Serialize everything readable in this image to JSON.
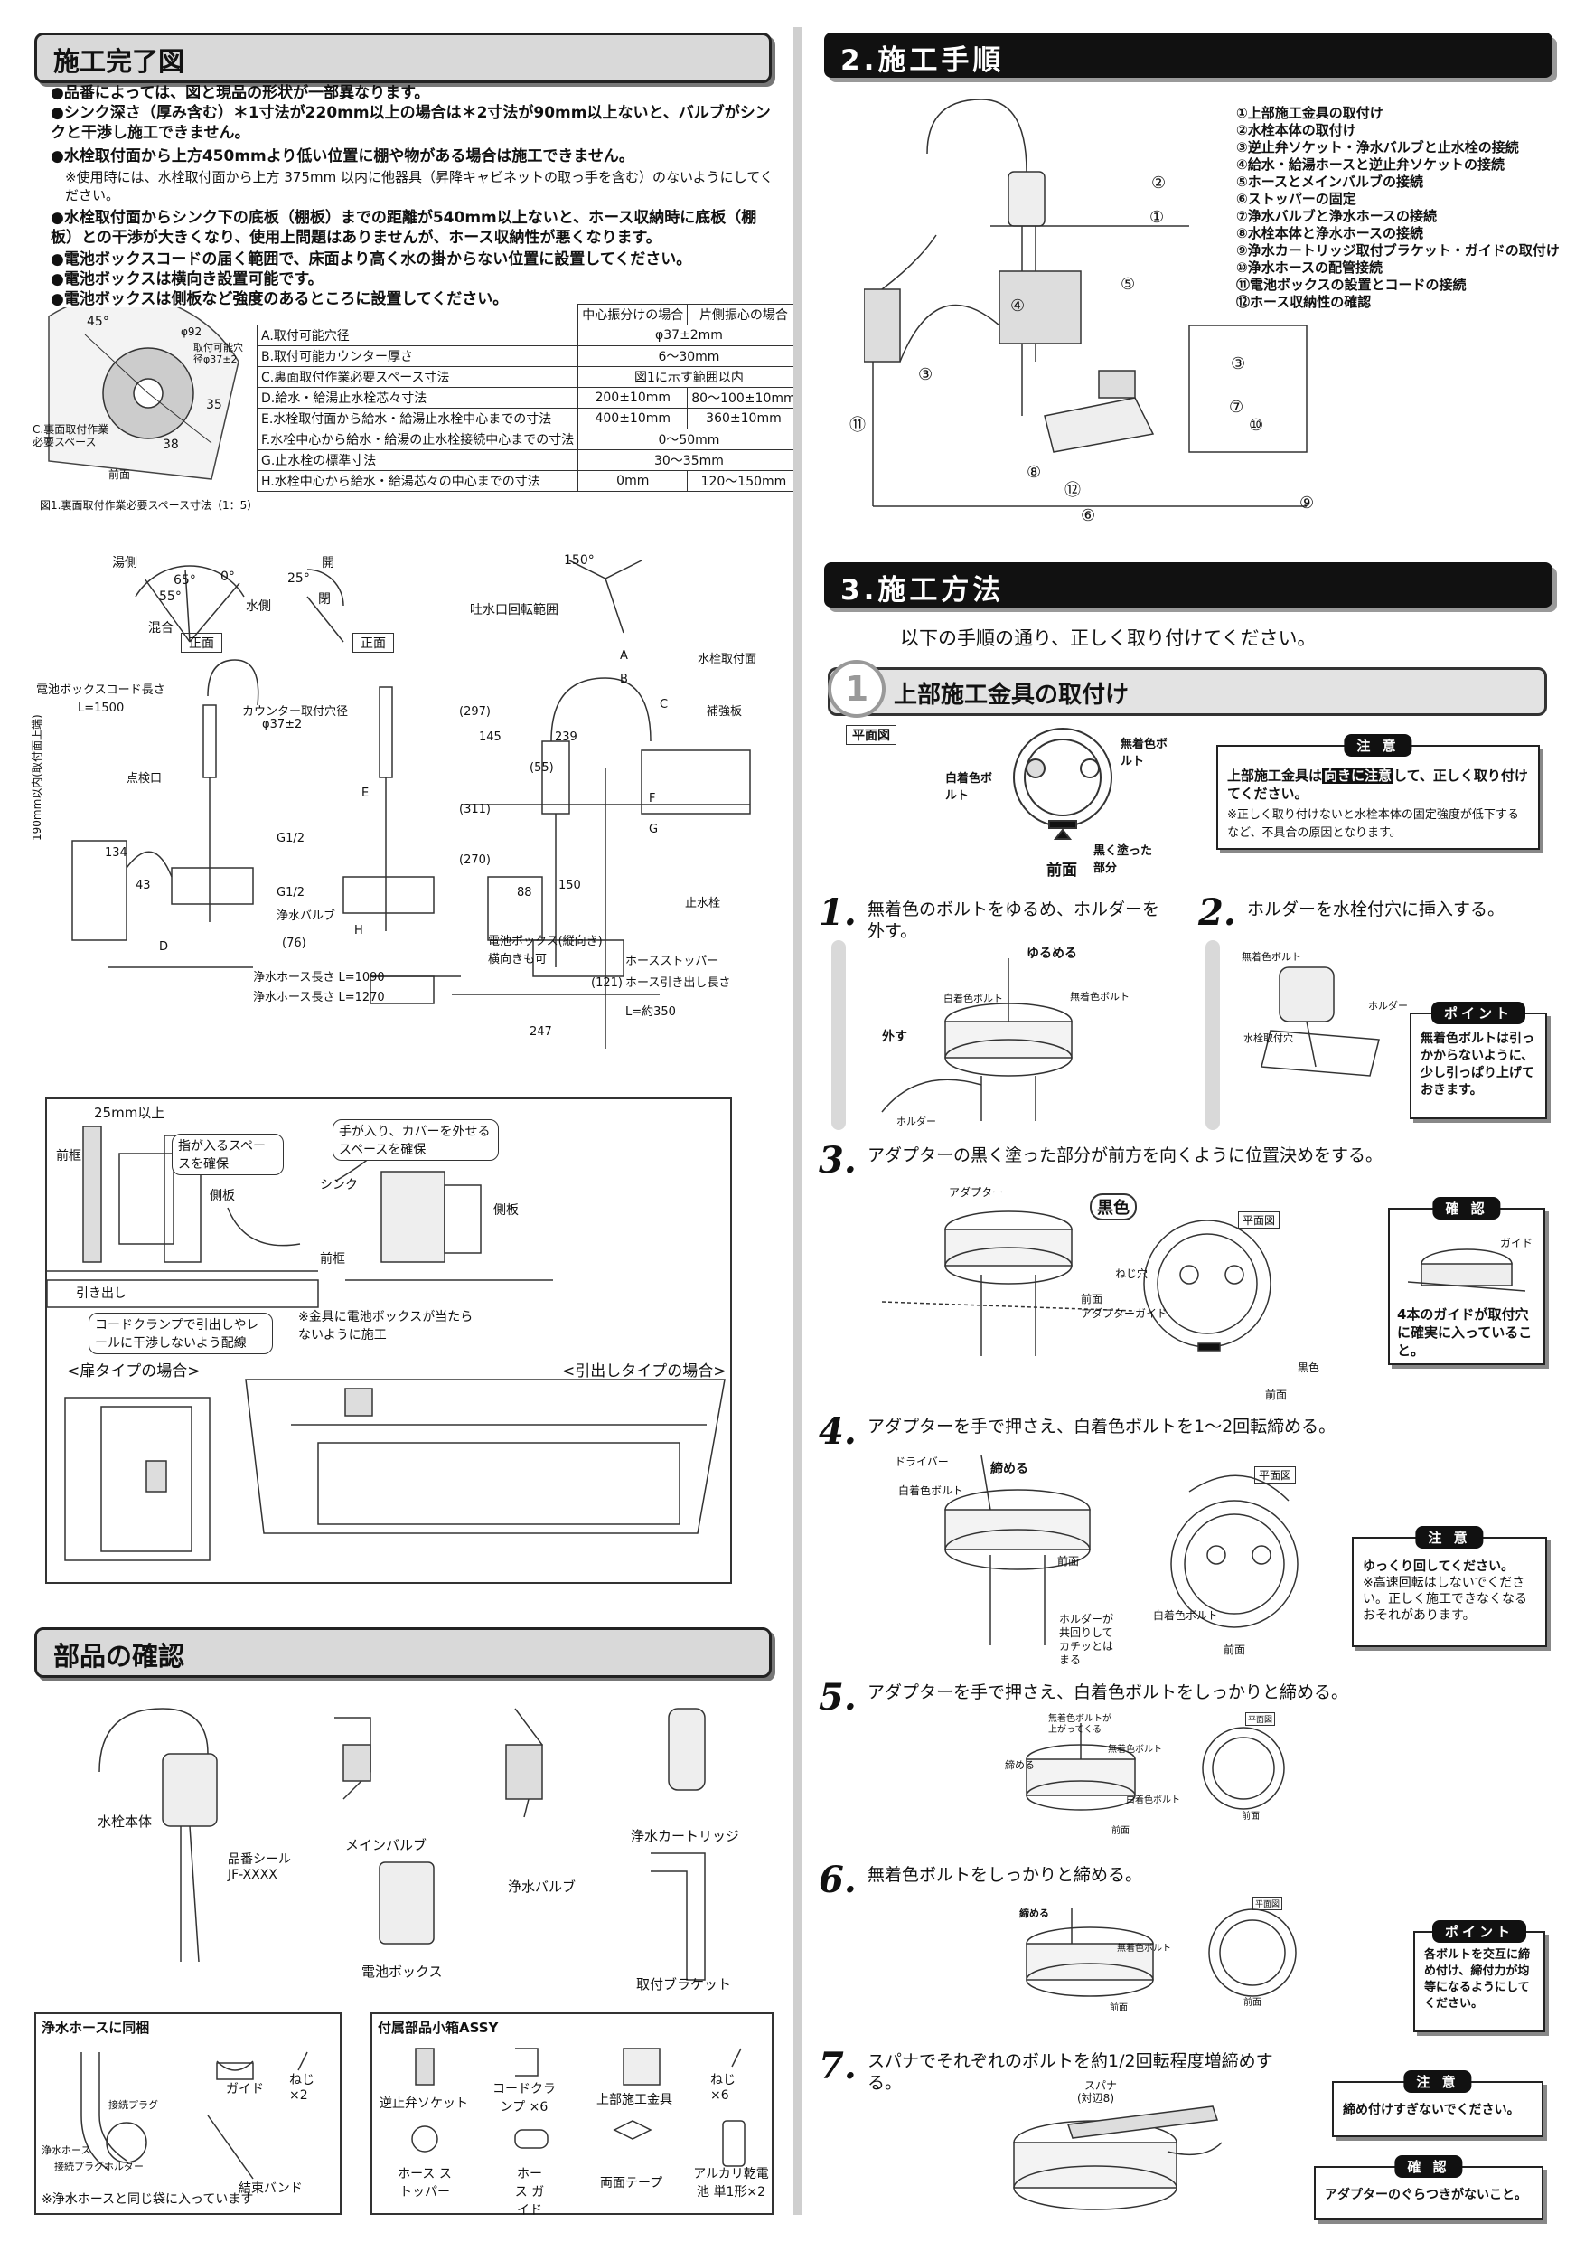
{
  "left": {
    "completion": {
      "title": "施工完了図",
      "bullets": [
        "●品番によっては、図と現品の形状が一部異なります。",
        "●シンク深さ（厚み含む）＊1寸法が220mm以上の場合は＊2寸法が90mm以上ないと、バルブがシンクと干渉し施工できません。",
        "●水栓取付面から上方450mmより低い位置に棚や物がある場合は施工できません。",
        "●水栓取付面からシンク下の底板（棚板）までの距離が540mm以上ないと、ホース収納時に底板（棚板）との干渉が大きくなり、使用上問題はありませんが、ホース収納性が悪くなります。",
        "●電池ボックスコードの届く範囲で、床面より高く水の掛からない位置に設置してください。",
        "●電池ボックスは横向き設置可能です。",
        "●電池ボックスは側板など強度のあるところに設置してください。"
      ],
      "note": "※使用時には、水栓取付面から上方 375mm 以内に他器具（昇降キャビネットの取っ手を含む）のないようにしてください。",
      "fig_caption": "図1.裏面取付作業必要スペース寸法（1：5）",
      "fig_labels": [
        "C.裏面取付作業必要スペース",
        "前面",
        "45°",
        "φ92",
        "取付可能穴径φ37±2",
        "35",
        "38"
      ],
      "table": {
        "headers": [
          "中心振分けの場合",
          "片側振心の場合"
        ],
        "rows": [
          {
            "label": "A.取付可能穴径",
            "v1": "φ37±2mm",
            "v2": ""
          },
          {
            "label": "B.取付可能カウンター厚さ",
            "v1": "6〜30mm",
            "v2": ""
          },
          {
            "label": "C.裏面取付作業必要スペース寸法",
            "v1": "図1に示す範囲以内",
            "v2": ""
          },
          {
            "label": "D.給水・給湯止水栓芯々寸法",
            "v1": "200±10mm",
            "v2": "80〜100±10mm"
          },
          {
            "label": "E.水栓取付面から給水・給湯止水栓中心までの寸法",
            "v1": "400±10mm",
            "v2": "360±10mm"
          },
          {
            "label": "F.水栓中心から給水・給湯の止水栓接続中心までの寸法",
            "v1": "0〜50mm",
            "v2": ""
          },
          {
            "label": "G.止水栓の標準寸法",
            "v1": "30〜35mm",
            "v2": ""
          },
          {
            "label": "H.水栓中心から給水・給湯芯々の中心までの寸法",
            "v1": "0mm",
            "v2": "120〜150mm"
          }
        ]
      },
      "dim_labels": [
        "湯側",
        "水側",
        "混合",
        "65°",
        "55°",
        "0°",
        "開",
        "閉",
        "25°",
        "吐水口回転範囲",
        "150°",
        "正面",
        "正面",
        "電池ボックスコード長さ",
        "L=1500",
        "点検口",
        "カウンター取付穴径",
        "φ37±2",
        "G1/2",
        "G1/2",
        "浄水バルブ",
        "134",
        "43",
        "D",
        "(76)",
        "H",
        "E",
        "190mm以内(取付面上端)",
        "浄水ホース長さ L=1090",
        "浄水ホース長さ L=1270",
        "(297)",
        "145",
        "(311)",
        "(270)",
        "239",
        "(55)",
        "88",
        "150",
        "247",
        "(121)",
        "ホース引き出し長さ",
        "L=約350",
        "ホースストッパー",
        "電池ボックス(縦向き)",
        "横向きも可",
        "止水栓",
        "水栓取付面",
        "A",
        "B",
        "C",
        "補強板",
        "F",
        "G"
      ]
    },
    "install_detail": {
      "labels": [
        "25mm以上",
        "指が入るスペースを確保",
        "手が入り、カバーを外せるスペースを確保",
        "シンク",
        "側板",
        "側板",
        "前框",
        "前框",
        "引き出し",
        "コードクランプで引出しやレールに干渉しないよう配線",
        "※金具に電池ボックスが当たらないように施工",
        "<扉タイプの場合>",
        "<引出しタイプの場合>"
      ]
    },
    "parts": {
      "title": "部品の確認",
      "items": [
        "水栓本体",
        "品番シール JF-XXXX",
        "メインバルブ",
        "浄水バルブ",
        "浄水カートリッジ",
        "電池ボックス",
        "取付ブラケット"
      ],
      "hose_box": {
        "title": "浄水ホースに同梱",
        "items": [
          "ガイド",
          "ねじ ×2",
          "結束バンド",
          "浄水ホース",
          "接続プラグ",
          "接続プラグホルダー"
        ],
        "note": "※浄水ホースと同じ袋に入っています"
      },
      "small_box": {
        "title": "付属部品小箱ASSY",
        "items": [
          "逆止弁ソケット",
          "コードクランプ ×6",
          "上部施工金具",
          "ねじ ×6",
          "ホース ストッパー",
          "ホース ガイド",
          "両面テープ",
          "アルカリ乾電池 単1形×2"
        ]
      }
    }
  },
  "right": {
    "procedure": {
      "title": "2.施工手順",
      "steps": [
        "①上部施工金具の取付け",
        "②水栓本体の取付け",
        "③逆止弁ソケット・浄水バルブと止水栓の接続",
        "④給水・給湯ホースと逆止弁ソケットの接続",
        "⑤ホースとメインバルブの接続",
        "⑥ストッパーの固定",
        "⑦浄水バルブと浄水ホースの接続",
        "⑧水栓本体と浄水ホースの接続",
        "⑨浄水カートリッジ取付ブラケット・ガイドの取付け",
        "⑩浄水ホースの配管接続",
        "⑪電池ボックスの設置とコードの接続",
        "⑫ホース収納性の確認"
      ],
      "callouts": [
        "①",
        "②",
        "③",
        "③",
        "④",
        "⑤",
        "⑥",
        "⑦",
        "⑧",
        "⑨",
        "⑩",
        "⑪",
        "⑫"
      ]
    },
    "method": {
      "title": "3.施工方法",
      "intro": "以下の手順の通り、正しく取り付けてください。",
      "sub_num": "1",
      "sub_title": "上部施工金具の取付け",
      "plan": {
        "label": "平面図",
        "white_bolt": "白着色ボルト",
        "clear_bolt": "無着色ボルト",
        "black": "黒く塗った部分",
        "front": "前面"
      },
      "caution1": {
        "tag": "注 意",
        "lead": "上部施工金具は",
        "highlight": "向きに注意",
        "tail": "して、正しく取り付けてください。",
        "note": "※正しく取り付けないと水栓本体の固定強度が低下するなど、不具合の原因となります。"
      },
      "steps": [
        {
          "num": "1.",
          "text": "無着色のボルトをゆるめ、ホルダーを外す。",
          "labels": [
            "ゆるめる",
            "白着色ボルト",
            "無着色ボルト",
            "外す",
            "ホルダー"
          ]
        },
        {
          "num": "2.",
          "text": "ホルダーを水栓付穴に挿入する。",
          "labels": [
            "無着色ボルト",
            "ホルダー",
            "水栓取付穴"
          ]
        },
        {
          "num": "3.",
          "text": "アダプターの黒く塗った部分が前方を向くように位置決めをする。",
          "labels": [
            "アダプター",
            "黒色",
            "ねじ穴",
            "前面",
            "アダプターガイド",
            "平面図",
            "前面",
            "黒色"
          ]
        },
        {
          "num": "4.",
          "text": "アダプターを手で押さえ、白着色ボルトを1〜2回転締める。",
          "labels": [
            "ドライバー",
            "締める",
            "白着色ボルト",
            "前面",
            "ホルダーが共回りしてカチッとはまる",
            "平面図",
            "白着色ボルト",
            "前面"
          ]
        },
        {
          "num": "5.",
          "text": "アダプターを手で押さえ、白着色ボルトをしっかりと締める。",
          "labels": [
            "無着色ボルトが上がってくる",
            "締める",
            "無着色ボルト",
            "白着色ボルト",
            "前面",
            "平面図",
            "前面"
          ]
        },
        {
          "num": "6.",
          "text": "無着色ボルトをしっかりと締める。",
          "labels": [
            "締める",
            "無着色ボルト",
            "前面",
            "平面図",
            "前面"
          ]
        },
        {
          "num": "7.",
          "text": "スパナでそれぞれのボルトを約1/2回転程度増締めする。",
          "labels": [
            "スパナ",
            "(対辺8)"
          ]
        }
      ],
      "confirm3": {
        "tag": "確 認",
        "text": "4本のガイドが取付穴に確実に入っていること。",
        "label": "ガイド"
      },
      "point2": {
        "tag": "ポイント",
        "text": "無着色ボルトは引っかからないように、少し引っぱり上げておきます。"
      },
      "caution4": {
        "tag": "注 意",
        "text": "ゆっくり回してください。",
        "note": "※高速回転はしないでください。正しく施工できなくなるおそれがあります。"
      },
      "point6": {
        "tag": "ポイント",
        "text": "各ボルトを交互に締め付け、締付力が均等になるようにしてください。"
      },
      "caution7": {
        "tag": "注 意",
        "text": "締め付けすぎないでください。"
      },
      "confirm7": {
        "tag": "確 認",
        "text": "アダプターのぐらつきがないこと。"
      }
    }
  }
}
